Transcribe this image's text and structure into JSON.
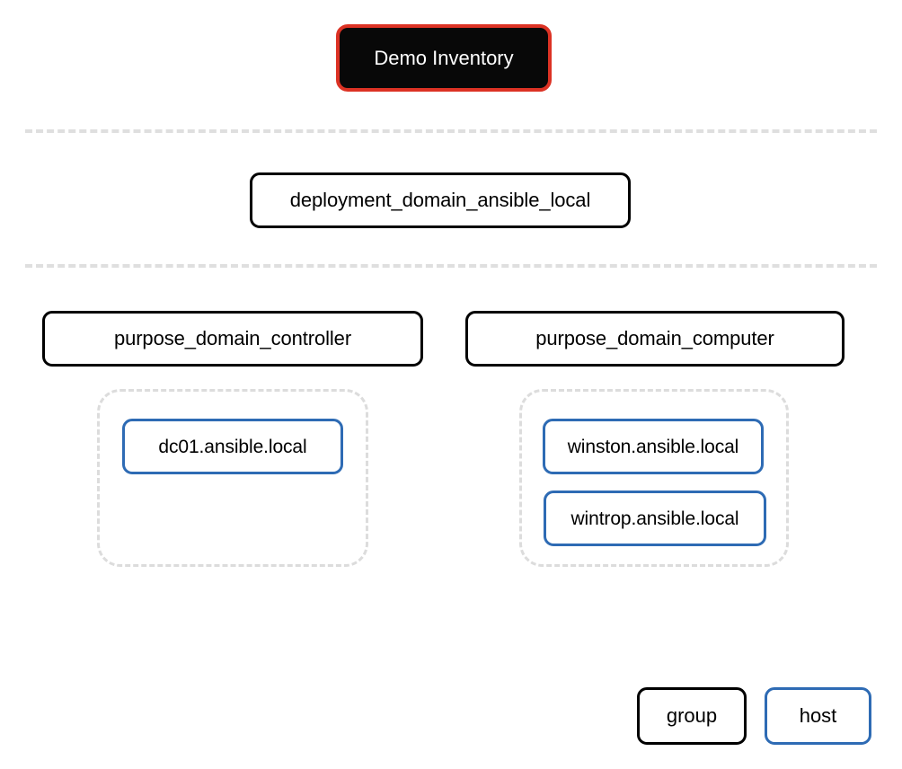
{
  "diagram": {
    "title": "Demo Inventory",
    "type": "ansible-inventory-tree",
    "background_color": "#ffffff",
    "colors": {
      "root_fill": "#080808",
      "root_border": "#DC3224",
      "root_text": "#ffffff",
      "group_border": "#000000",
      "host_border": "#2E6BB4",
      "separator": "#DFDFDF",
      "container_border": "#DCDCDC",
      "text": "#000000"
    }
  },
  "root": {
    "label": "Demo Inventory"
  },
  "level_two": {
    "groups": [
      {
        "label": "deployment_domain_ansible_local"
      }
    ]
  },
  "level_three": {
    "groups": [
      {
        "label": "purpose_domain_controller",
        "hosts": [
          {
            "label": "dc01.ansible.local"
          }
        ]
      },
      {
        "label": "purpose_domain_computer",
        "hosts": [
          {
            "label": "winston.ansible.local"
          },
          {
            "label": "wintrop.ansible.local"
          }
        ]
      }
    ]
  },
  "legend": {
    "items": [
      {
        "label": "group",
        "kind": "group"
      },
      {
        "label": "host",
        "kind": "host"
      }
    ]
  }
}
